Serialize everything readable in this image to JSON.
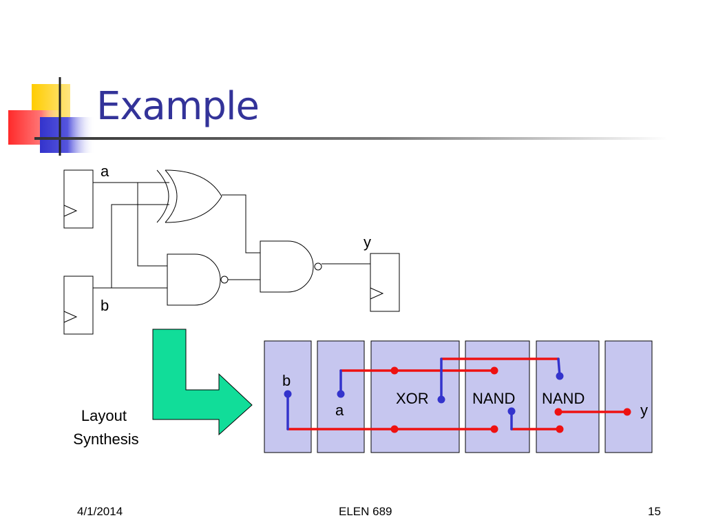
{
  "slide": {
    "title": "Example",
    "footer": {
      "date": "4/1/2014",
      "course": "ELEN 689",
      "page": "15"
    }
  },
  "schematic": {
    "signal_a": "a",
    "signal_b": "b",
    "signal_y": "y",
    "gates": [
      "xor",
      "nand",
      "nand"
    ]
  },
  "arrow_caption_lines": [
    "Layout",
    "Synthesis"
  ],
  "layout": {
    "cells": [
      "b",
      "a",
      "XOR",
      "NAND",
      "NAND",
      "y"
    ],
    "cell_fill": "#c6c6ef",
    "wire_red": "#ee1111",
    "wire_blue": "#3333cc",
    "labels": {
      "b": "b",
      "a": "a",
      "xor": "XOR",
      "nand1": "NAND",
      "nand2": "NAND",
      "y": "y"
    }
  },
  "colors": {
    "title": "#333399",
    "arrow": "#11dd99",
    "deco_yellow": "#ffcc00",
    "deco_blue": "#3333cc",
    "deco_red": "#ff3333"
  }
}
